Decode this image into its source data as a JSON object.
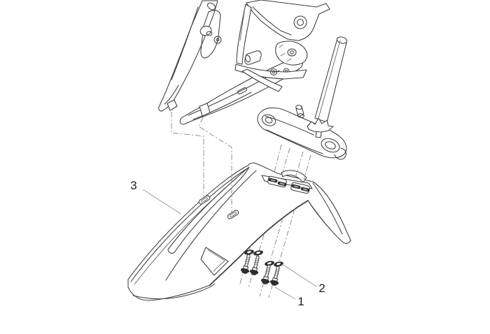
{
  "diagram": {
    "background": "#ffffff",
    "callouts": [
      {
        "ref": "1"
      },
      {
        "ref": "2"
      },
      {
        "ref": "3"
      }
    ]
  },
  "colors": {
    "line": "#3d3d3d",
    "dark": "#2e2e2e",
    "dash": "#8f8f8f",
    "leader": "#9a9a9a",
    "label": "#1c1c1c",
    "fill": "#ffffff"
  }
}
